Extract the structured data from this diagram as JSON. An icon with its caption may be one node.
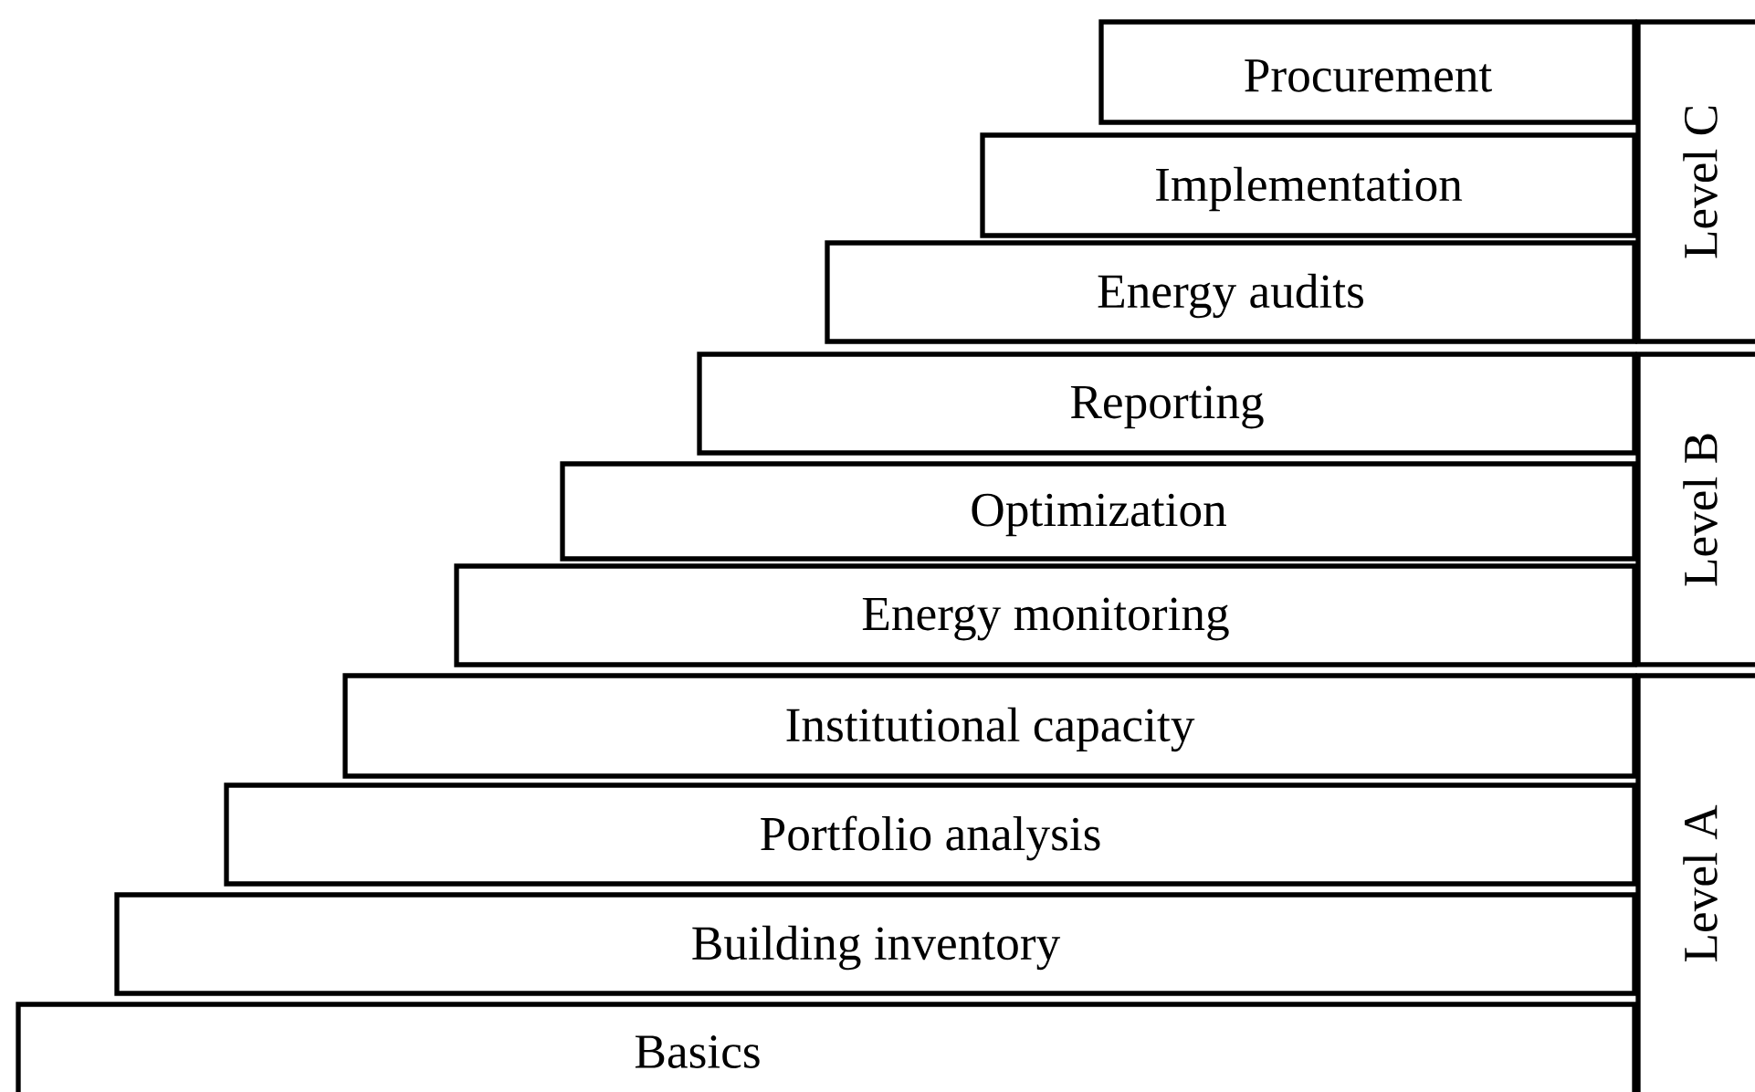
{
  "diagram": {
    "nodes": [
      {
        "text": [
          "Procurement"
        ]
      },
      {
        "text": [
          "Implementation"
        ]
      },
      {
        "text": [
          "Energy audits"
        ]
      },
      {
        "text": [
          "Reporting"
        ]
      },
      {
        "text": [
          "Optimization"
        ]
      },
      {
        "text": [
          "Energy monitoring"
        ]
      },
      {
        "text": [
          "Institutional capacity"
        ]
      },
      {
        "text": [
          "Portfolio analysis"
        ]
      },
      {
        "text": [
          "Building inventory"
        ]
      },
      {
        "text": [
          "Basics"
        ]
      },
      {
        "text": [
          "Level C"
        ]
      },
      {
        "text": [
          "Level B"
        ]
      },
      {
        "text": [
          "Level A"
        ]
      }
    ]
  }
}
